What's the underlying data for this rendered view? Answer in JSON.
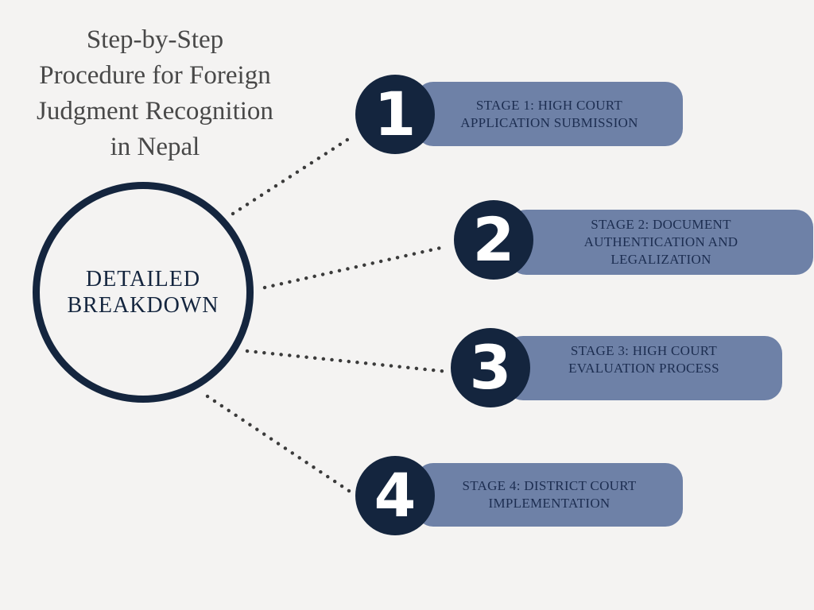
{
  "title": {
    "full": "Step-by-Step Procedure for Foreign Judgment Recognition in Nepal",
    "lines": [
      "Step-by-Step",
      "Procedure for Foreign",
      "Judgment Recognition",
      "in Nepal"
    ]
  },
  "center_circle": {
    "line1": "DETAILED",
    "line2": "BREAKDOWN"
  },
  "stages": [
    {
      "number": "1",
      "label": "STAGE 1: HIGH COURT APPLICATION SUBMISSION"
    },
    {
      "number": "2",
      "label": "STAGE 2: DOCUMENT AUTHENTICATION AND LEGALIZATION"
    },
    {
      "number": "3",
      "label": "STAGE 3: HIGH COURT EVALUATION PROCESS"
    },
    {
      "number": "4",
      "label": "STAGE 4: DISTRICT COURT IMPLEMENTATION"
    }
  ],
  "colors": {
    "background": "#f4f3f2",
    "navy": "#14253e",
    "pill_blue": "#6e81a7",
    "stage_text": "#1c2d50",
    "title_text": "#484848",
    "dot_gray": "#3b3b3b",
    "number_white": "#ffffff"
  }
}
